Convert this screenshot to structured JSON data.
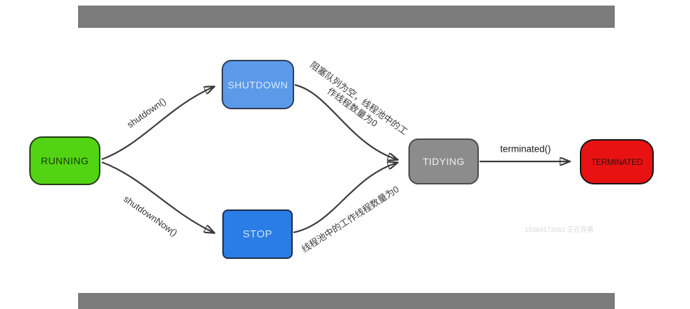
{
  "nodes": {
    "running": {
      "label": "RUNNING",
      "fill": "#52d414",
      "text_color": "#173800"
    },
    "shutdown": {
      "label": "SHUTDOWN",
      "fill": "#5a9ae8",
      "text_color": "#d9eaff"
    },
    "stop": {
      "label": "STOP",
      "fill": "#2a7de4",
      "text_color": "#cfe2fa"
    },
    "tidying": {
      "label": "TIDYING",
      "fill": "#8c8c8c",
      "text_color": "#f2f2f2"
    },
    "terminated": {
      "label": "TERMINATED",
      "fill": "#e81212",
      "text_color": "#3c0c0c"
    }
  },
  "edges": {
    "shutdown_call": "shutdown()",
    "shutdown_now_call": "shutdownNow()",
    "queue_empty_full": "阻塞队列为空，线程池中的工作线程数量为0",
    "queue_empty_lines": [
      "阻塞队列为空，线程池中的工",
      "作线程数量为0"
    ],
    "workers_zero": "线程池中的工作线程数量为0",
    "terminated_call": "terminated()"
  },
  "watermark": "18384173061 正在观看",
  "colors": {
    "arrow": "#3b3b3b",
    "frame_bar": "#7b7b7b",
    "canvas": "#ffffff"
  }
}
